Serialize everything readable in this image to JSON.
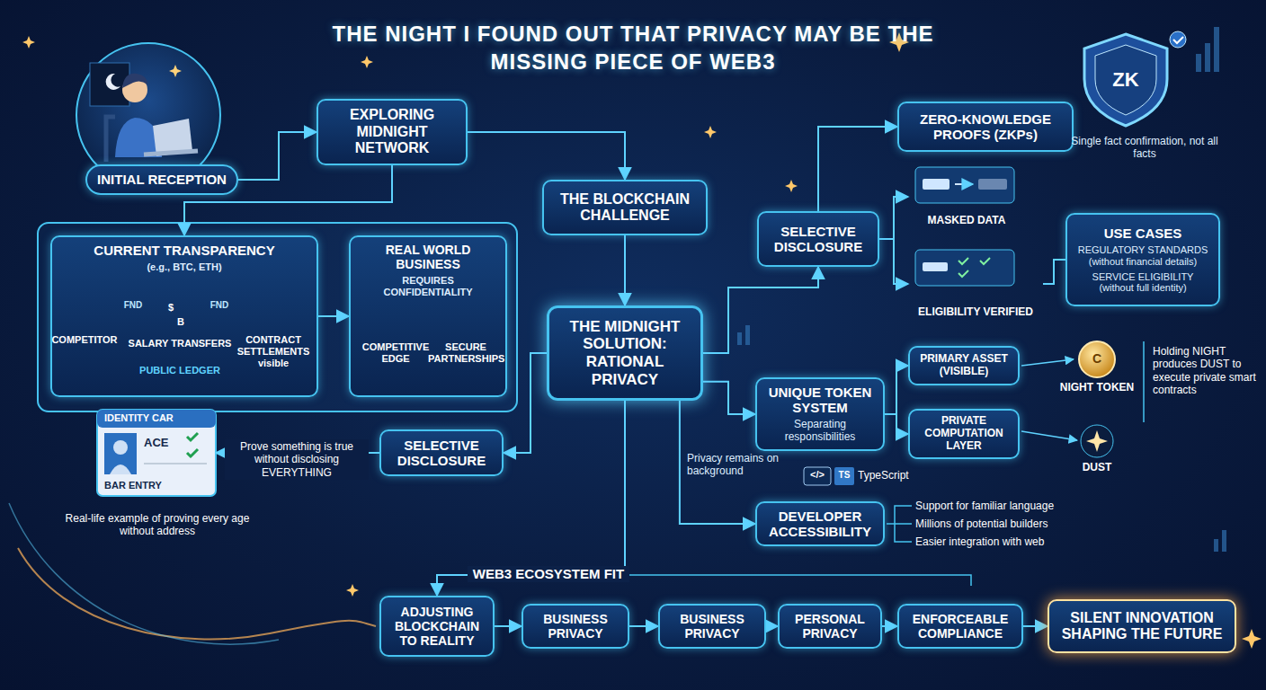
{
  "diagram": {
    "title": "THE NIGHT I FOUND OUT THAT PRIVACY MAY BE THE MISSING PIECE OF WEB3",
    "nodes": [
      {
        "text": [
          "INITIAL RECEPTION"
        ]
      },
      {
        "text": [
          "EXPLORING MIDNIGHT NETWORK"
        ]
      },
      {
        "text": [
          "THE BLOCKCHAIN CHALLENGE"
        ]
      },
      {
        "text": [
          "CURRENT TRANSPARENCY",
          "(e.g., BTC, ETH)"
        ]
      },
      {
        "text": [
          "REAL WORLD BUSINESS",
          "REQUIRES CONFIDENTIALITY"
        ]
      },
      {
        "text": [
          "THE MIDNIGHT SOLUTION: RATIONAL PRIVACY"
        ]
      },
      {
        "text": [
          "SELECTIVE DISCLOSURE"
        ]
      },
      {
        "text": [
          "ZERO-KNOWLEDGE PROOFS (ZKPs)"
        ]
      },
      {
        "text": [
          "USE CASES",
          "REGULATORY STANDARDS (without financial details)",
          "SERVICE ELIGIBILITY (without full identity)"
        ]
      },
      {
        "text": [
          "MASKED DATA"
        ]
      },
      {
        "text": [
          "ELIGIBILITY VERIFIED"
        ]
      },
      {
        "text": [
          "UNIQUE TOKEN SYSTEM",
          "Separating responsibilities"
        ]
      },
      {
        "text": [
          "PRIMARY ASSET (VISIBLE)"
        ]
      },
      {
        "text": [
          "PRIVATE COMPUTATION LAYER"
        ]
      },
      {
        "text": [
          "SELECTIVE DISCLOSURE"
        ]
      },
      {
        "text": [
          "IDENTITY CAR",
          "ACE",
          "BAR ENTRY"
        ]
      },
      {
        "text": [
          "DEVELOPER ACCESSIBILITY"
        ]
      },
      {
        "text": [
          "ADJUSTING BLOCKCHAIN TO REALITY"
        ]
      },
      {
        "text": [
          "BUSINESS PRIVACY"
        ]
      },
      {
        "text": [
          "BUSINESS PRIVACY"
        ]
      },
      {
        "text": [
          "PERSONAL PRIVACY"
        ]
      },
      {
        "text": [
          "ENFORCEABLE COMPLIANCE"
        ]
      },
      {
        "text": [
          "SILENT INNOVATION SHAPING THE FUTURE"
        ]
      }
    ],
    "edges": [
      {
        "from": 0,
        "to": 1,
        "arrow": "to"
      },
      {
        "from": 1,
        "to": 3,
        "arrow": "to"
      },
      {
        "from": 1,
        "to": 2,
        "arrow": "to"
      },
      {
        "from": 3,
        "to": 4,
        "arrow": "to"
      },
      {
        "from": 2,
        "to": 5,
        "arrow": "to"
      },
      {
        "from": 5,
        "to": 6,
        "arrow": "to"
      },
      {
        "from": 6,
        "to": 7,
        "arrow": "to"
      },
      {
        "from": 6,
        "to": 9,
        "arrow": "to"
      },
      {
        "from": 6,
        "to": 10,
        "arrow": "to"
      },
      {
        "from": 10,
        "to": 8,
        "arrow": "none"
      },
      {
        "from": 5,
        "to": 11,
        "arrow": "to"
      },
      {
        "from": 11,
        "to": 12,
        "arrow": "to"
      },
      {
        "from": 11,
        "to": 13,
        "arrow": "to"
      },
      {
        "from": 5,
        "to": 14,
        "arrow": "to"
      },
      {
        "from": 14,
        "to": 15,
        "label": "Prove something is true without disclosing EVERYTHING",
        "arrow": "to"
      },
      {
        "from": 5,
        "to": 16,
        "arrow": "to"
      },
      {
        "from": 5,
        "to": 17,
        "arrow": "to"
      },
      {
        "from": 17,
        "to": 18,
        "arrow": "to"
      },
      {
        "from": 18,
        "to": 19,
        "arrow": "to"
      },
      {
        "from": 19,
        "to": 20,
        "arrow": "to"
      },
      {
        "from": 20,
        "to": 21,
        "arrow": "to"
      },
      {
        "from": 21,
        "to": 22,
        "arrow": "to"
      }
    ],
    "labels": [
      "ZK",
      "Single fact confirmation, not all facts",
      "COMPETITOR",
      "FND",
      "$",
      "B",
      "FND",
      "SALARY TRANSFERS",
      "PUBLIC LEDGER",
      "CONTRACT SETTLEMENTS visible",
      "COMPETITIVE EDGE",
      "SECURE PARTNERSHIPS",
      "C",
      "NIGHT TOKEN",
      "DUST",
      "Holding NIGHT produces DUST to execute private smart contracts",
      "Real-life example of proving every age without address",
      "Privacy remains on background",
      "</>",
      "TS",
      "TypeScript",
      "Support for familiar language",
      "Millions of potential builders",
      "Easier integration with web",
      "WEB3 ECOSYSTEM FIT"
    ]
  }
}
